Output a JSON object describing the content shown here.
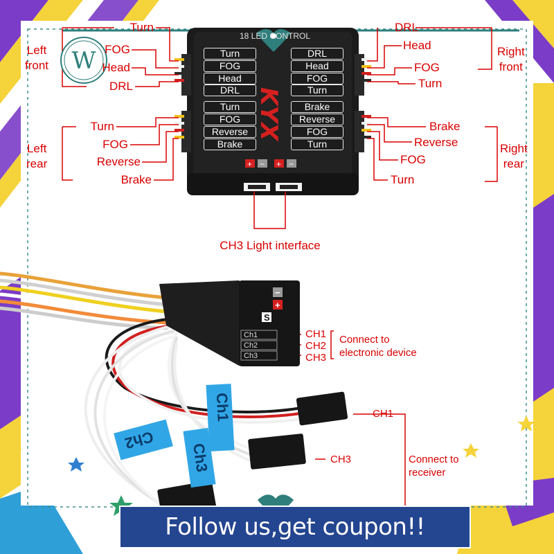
{
  "colors": {
    "label_red": "#d80000",
    "banner_blue": "#24458f",
    "module_black": "#1c1c1c",
    "ch_tag_blue": "#31a6e6",
    "frame_purple": "#7b3cc7",
    "frame_yellow": "#f5d33a"
  },
  "module": {
    "top_text": "18 LED CONTROL",
    "brand": "KYX",
    "left_slots": [
      "Turn",
      "FOG",
      "Head",
      "DRL",
      "Turn",
      "FOG",
      "Reverse",
      "Brake"
    ],
    "right_slots": [
      "DRL",
      "Head",
      "FOG",
      "Turn",
      "Brake",
      "Reverse",
      "FOG",
      "Turn"
    ],
    "plus_symbol": "+",
    "minus_symbol": "−"
  },
  "labels": {
    "left_front_group": "Left\nfront",
    "right_front_group": "Right\nfront",
    "left_rear_group": "Left\nrear",
    "right_rear_group": "Right\nrear",
    "left_front": [
      "Turn",
      "FOG",
      "Head",
      "DRL"
    ],
    "right_front": [
      "DRL",
      "Head",
      "FOG",
      "Turn"
    ],
    "left_rear": [
      "Turn",
      "FOG",
      "Reverse",
      "Brake"
    ],
    "right_rear": [
      "Brake",
      "Reverse",
      "FOG",
      "Turn"
    ],
    "ch3_interface": "CH3 Light interface",
    "ch1": "CH1",
    "ch2": "CH2",
    "ch3": "CH3",
    "electronic_device": "Connect to\nelectronic device",
    "ch1_plug": "CH1",
    "ch3_plug": "CH3",
    "receiver": "Connect to\nreceiver"
  },
  "receiver_box": {
    "ch1": "Ch1",
    "ch2": "Ch2",
    "ch3": "Ch3",
    "s_symbol": "S",
    "plus_symbol": "+",
    "minus_symbol": "−"
  },
  "wire_tags": {
    "ch1": "Ch1",
    "ch2": "Ch2",
    "ch3": "Ch3"
  },
  "logo_letter": "W",
  "banner": {
    "text": "Follow us,get coupon!!"
  }
}
